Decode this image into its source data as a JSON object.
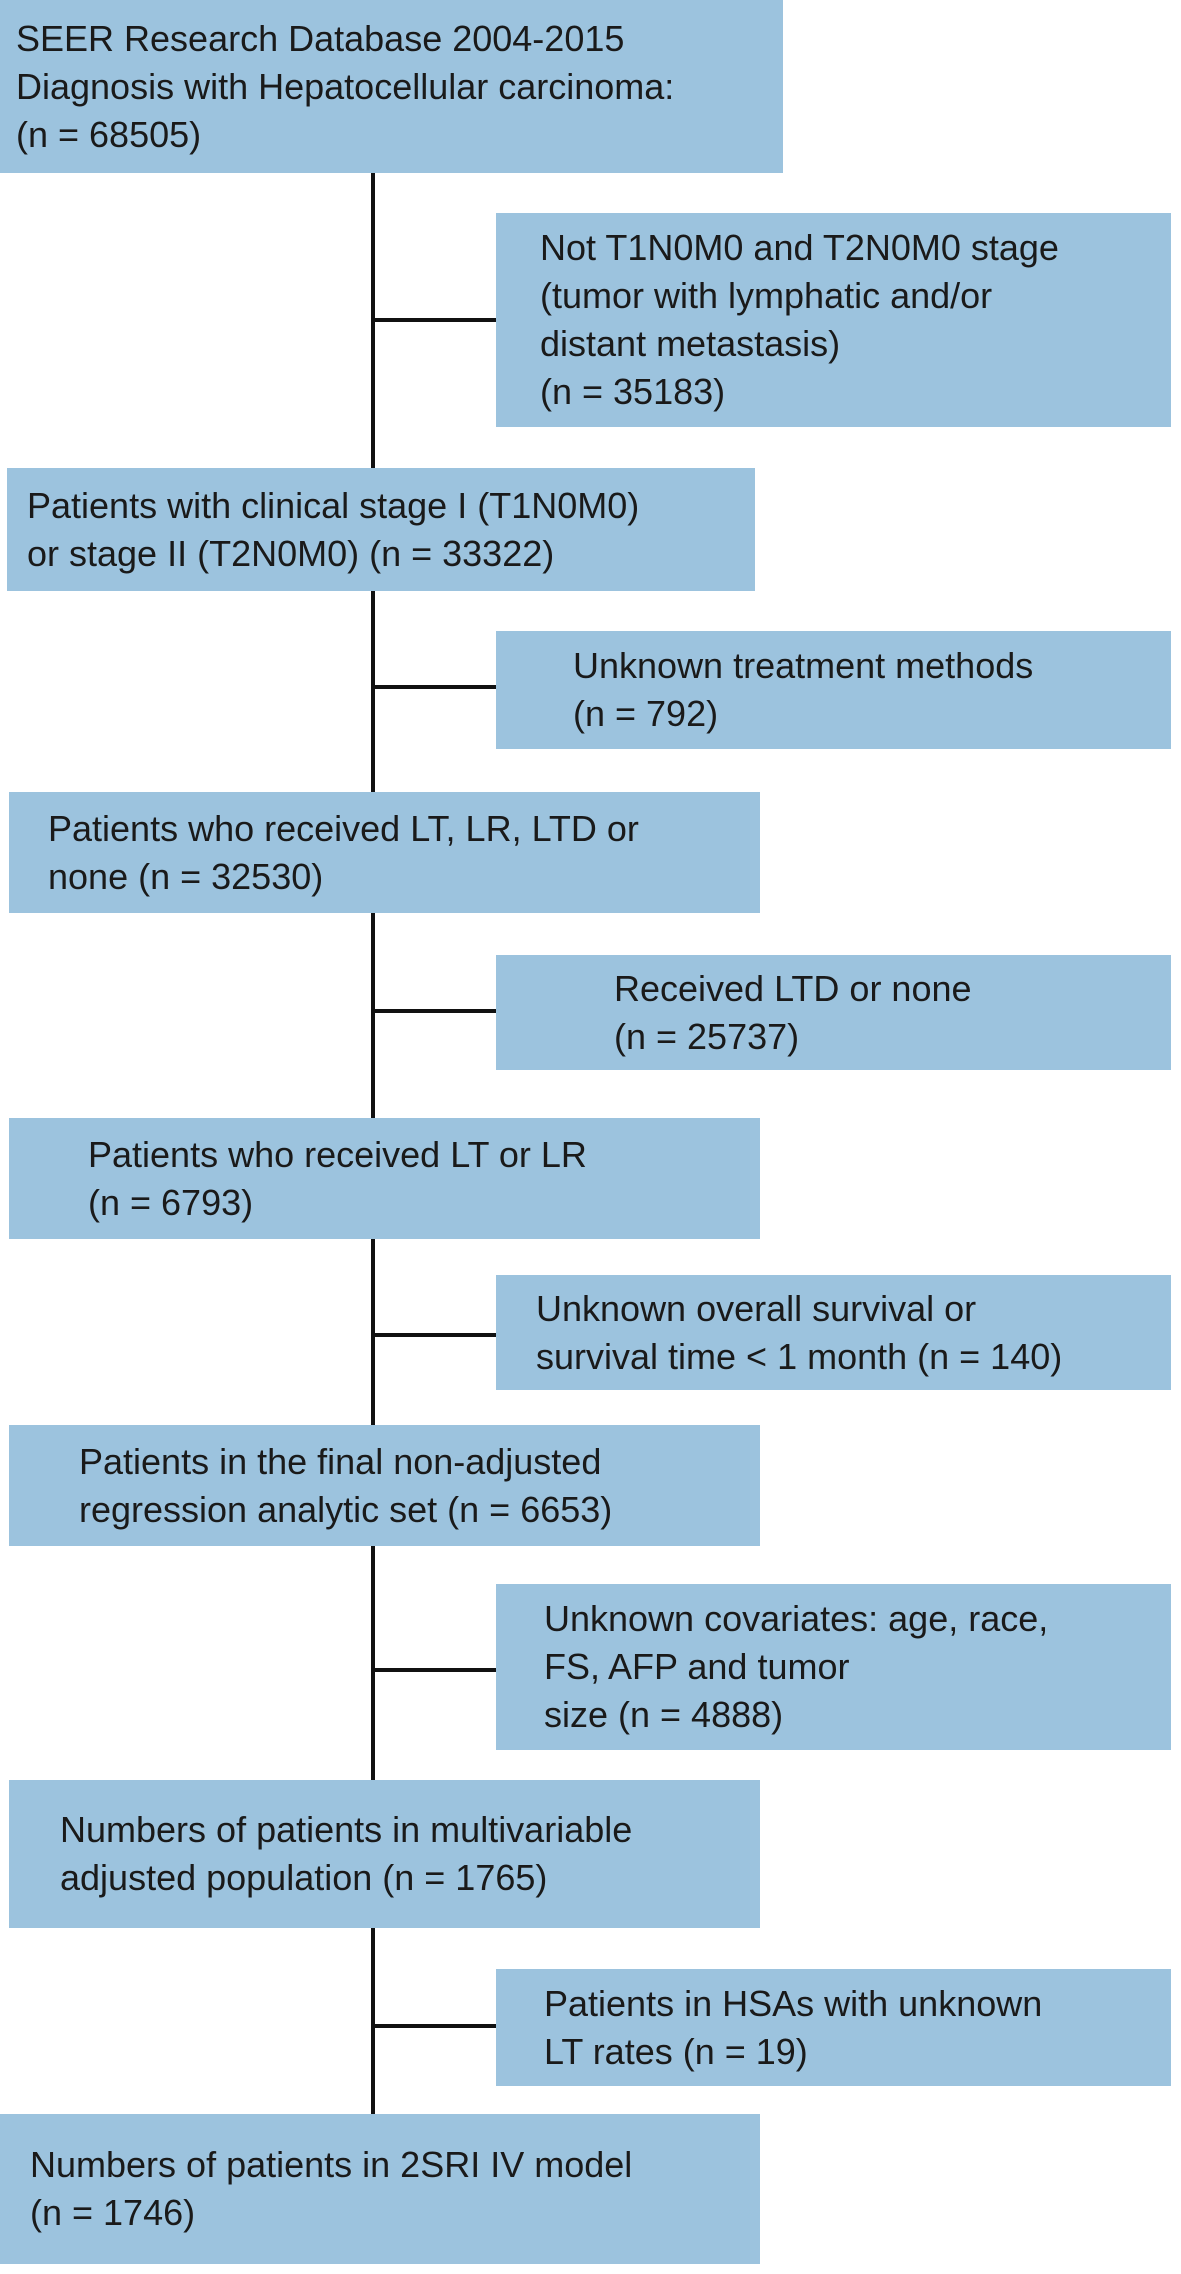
{
  "diagram": {
    "fill_color": "#9cc3de",
    "line_color": "#111111",
    "main_boxes": [
      {
        "id": "seer-database",
        "lines": [
          "SEER Research Database 2004-2015",
          "Diagnosis with Hepatocellular carcinoma:",
          "(n = 68505)"
        ]
      },
      {
        "id": "stage-i-ii",
        "lines": [
          "Patients with clinical stage I (T1N0M0)",
          "or stage II (T2N0M0) (n = 33322)"
        ]
      },
      {
        "id": "lt-lr-ltd-none",
        "lines": [
          "Patients who received LT, LR, LTD or",
          "none (n = 32530)"
        ]
      },
      {
        "id": "lt-or-lr",
        "lines": [
          "Patients who received LT or LR",
          "(n = 6793)"
        ]
      },
      {
        "id": "non-adjusted-set",
        "lines": [
          "Patients in the final non-adjusted",
          "regression analytic set (n = 6653)"
        ]
      },
      {
        "id": "multivariable-adjusted",
        "lines": [
          "Numbers of patients in multivariable",
          "adjusted population (n = 1765)"
        ]
      },
      {
        "id": "2sri-iv-model",
        "lines": [
          "Numbers of patients in 2SRI IV model",
          "(n = 1746)"
        ]
      }
    ],
    "exclusion_boxes": [
      {
        "id": "not-t1-t2",
        "lines": [
          "Not T1N0M0 and T2N0M0 stage",
          "(tumor with lymphatic and/or",
          "distant metastasis)",
          "(n = 35183)"
        ]
      },
      {
        "id": "unknown-treatment",
        "lines": [
          "Unknown treatment methods",
          "(n = 792)"
        ]
      },
      {
        "id": "ltd-or-none",
        "lines": [
          "Received LTD or none",
          "(n = 25737)"
        ]
      },
      {
        "id": "unknown-survival",
        "lines": [
          "Unknown overall survival or",
          "survival time < 1 month (n = 140)"
        ]
      },
      {
        "id": "unknown-covariates",
        "lines": [
          "Unknown covariates: age, race,",
          "FS, AFP and tumor",
          "size (n = 4888)"
        ]
      },
      {
        "id": "hsa-unknown-lt",
        "lines": [
          "Patients in HSAs with unknown",
          "LT rates (n = 19)"
        ]
      }
    ]
  }
}
